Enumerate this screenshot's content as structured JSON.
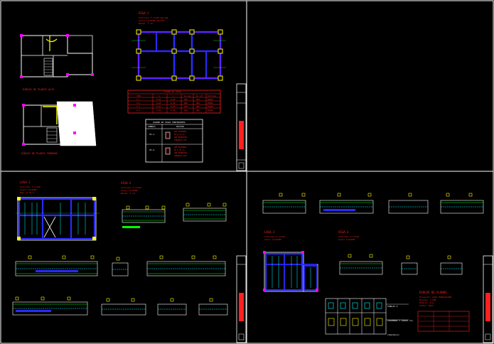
{
  "colors": {
    "background": "#000000",
    "frame": "#ffffff",
    "red": "#ff2020",
    "yellow": "#ffff00",
    "blue": "#2a2aff",
    "cyan": "#00ffff",
    "green": "#00ff00",
    "magenta": "#ff00ff"
  },
  "sheet1": {
    "plan_top_label": "DIBUJO DE PLANTA ALTA",
    "plan_bottom_label": "DIBUJO DE PLANTA TERRENO",
    "note_title": "VIGA-1",
    "note_lines": [
      "Concreto f'c=210 kg/cm2",
      "Acero fy=4200 kg/cm2",
      "Recub. 3 cm"
    ],
    "table_title": "CUADRO DE VIGAS",
    "table_headers": [
      "TIPO",
      "b",
      "h",
      "As sup",
      "As inf",
      "Estribos"
    ],
    "table_rows": [
      [
        "V-1",
        "0.20",
        "0.30",
        "2#4",
        "2#4",
        "#3@15"
      ],
      [
        "V-2",
        "0.20",
        "0.35",
        "2#5",
        "3#4",
        "#3@15"
      ],
      [
        "V-3",
        "0.25",
        "0.40",
        "3#5",
        "3#5",
        "#3@10"
      ],
      [
        "V-4",
        "0.20",
        "0.30",
        "2#4",
        "2#4",
        "#3@20"
      ]
    ],
    "legend_title": "CUADRO DE VIGAS CONFINANTES",
    "legend_headers": [
      "SIMBOLO",
      "SECCION"
    ],
    "legend_rows": [
      {
        "symbol": "VC-1",
        "desc": [
          "4#3 ESTRIBOS",
          "#2 @ 15 cm",
          "4#4 PRINCIPAL",
          "CONCRETO 210"
        ]
      },
      {
        "symbol": "VC-2",
        "desc": [
          "4#3 ESTRIBOS",
          "#2 @ 15 cm",
          "4#4 PRINCIPAL",
          "CONCRETO 210"
        ]
      }
    ]
  },
  "sheet3": {
    "note_title": "LOSA-1",
    "note_lines": [
      "Concreto f'c=210",
      "Acero fy=4200",
      "Esp. 0.15 m"
    ],
    "note2_title": "VIGA-2",
    "note2_lines": [
      "Concreto f'c=210",
      "Acero fy=4200",
      "Recub. 3 cm"
    ]
  },
  "sheet4": {
    "note_title": "LOSA-2",
    "note_lines": [
      "Concreto f'c=210",
      "Acero fy=4200"
    ],
    "note2_title": "VIGA-3",
    "note2_lines": [
      "Concreto f'c=210",
      "Acero fy=4200"
    ],
    "schedule_side_1": "TABLAS V",
    "schedule_side_2": "COLUMNAS Y VIGAS (S)",
    "schedule_side_3": "Cimentacion",
    "title_block_title": "DIBUJO DE PLANOS",
    "title_block_lines": [
      "Proyecto: CASA HABITACION",
      "Escala: 1:100",
      "Dibujo: Arq.",
      "Fecha: 2017"
    ]
  }
}
